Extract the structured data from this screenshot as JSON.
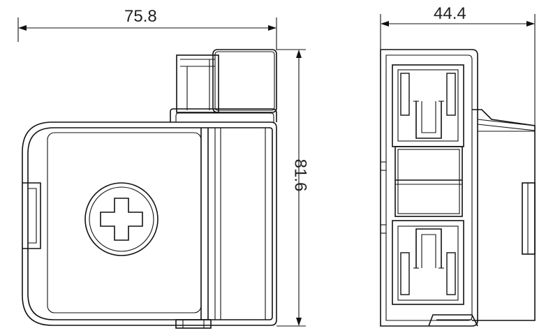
{
  "dimensions": {
    "front_width": "75.8",
    "side_width": "44.4",
    "height": "81.6"
  },
  "colors": {
    "line": "#111111",
    "background": "#ffffff"
  }
}
